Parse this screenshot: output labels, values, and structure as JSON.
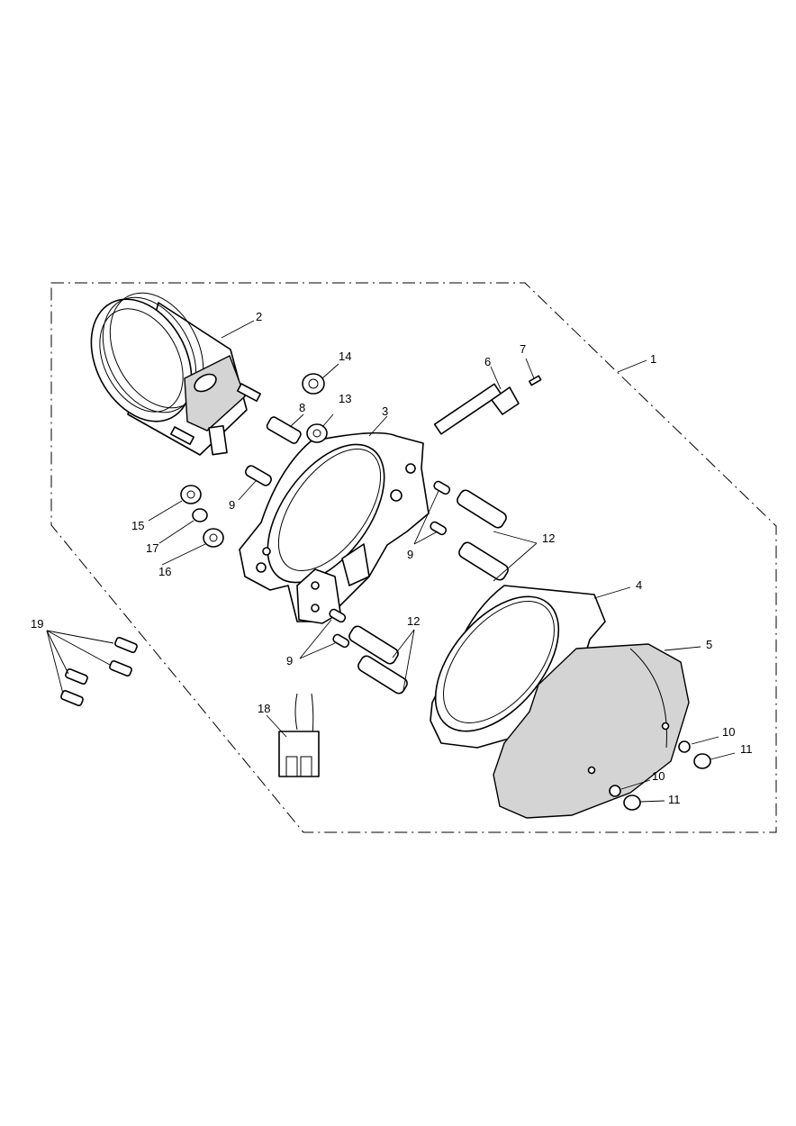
{
  "callouts": {
    "c1": "1",
    "c2": "2",
    "c3": "3",
    "c4": "4",
    "c5": "5",
    "c6": "6",
    "c7": "7",
    "c8": "8",
    "c9a": "9",
    "c9b": "9",
    "c9c": "9",
    "c10a": "10",
    "c10b": "10",
    "c11a": "11",
    "c11b": "11",
    "c12a": "12",
    "c12b": "12",
    "c13": "13",
    "c14": "14",
    "c15": "15",
    "c16": "16",
    "c17": "17",
    "c18": "18",
    "c19": "19"
  }
}
